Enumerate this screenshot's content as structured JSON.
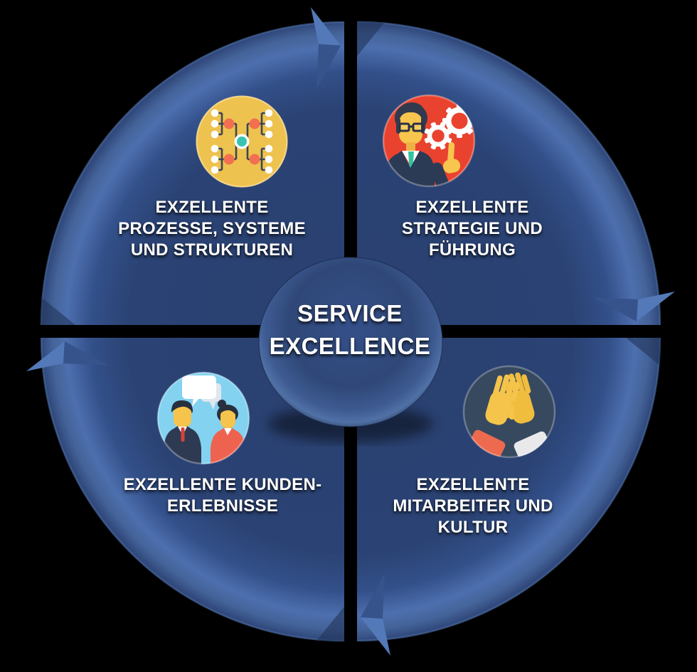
{
  "diagram": {
    "title_lines": [
      "SERVICE",
      "EXCELLENCE"
    ],
    "flow_direction": "clockwise",
    "quadrants": [
      {
        "id": "prozesse",
        "position": "top-left",
        "icon": "process-flowchart-icon",
        "icon_bg": "#eec24e",
        "lines": [
          "EXZELLENTE",
          "PROZESSE, SYSTEME",
          "UND STRUKTUREN"
        ]
      },
      {
        "id": "strategie",
        "position": "top-right",
        "icon": "leader-with-gears-icon",
        "icon_bg": "#e9432f",
        "lines": [
          "EXZELLENTE",
          "STRATEGIE UND",
          "FÜHRUNG"
        ]
      },
      {
        "id": "mitarbeiter",
        "position": "bottom-right",
        "icon": "high-five-hands-icon",
        "icon_bg": "#36495f",
        "lines": [
          "EXZELLENTE",
          "MITARBEITER UND",
          "KULTUR"
        ]
      },
      {
        "id": "kunden",
        "position": "bottom-left",
        "icon": "customer-dialog-icon",
        "icon_bg": "#82d2f0",
        "lines": [
          "EXZELLENTE KUNDEN-",
          "ERLEBNISSE"
        ]
      }
    ],
    "colors": {
      "background": "#000000",
      "slice_fill": "#2c4577",
      "slice_rim_highlight": "#4d6caa",
      "center_circle": "#31497c",
      "label_text": "#ffffff"
    }
  }
}
